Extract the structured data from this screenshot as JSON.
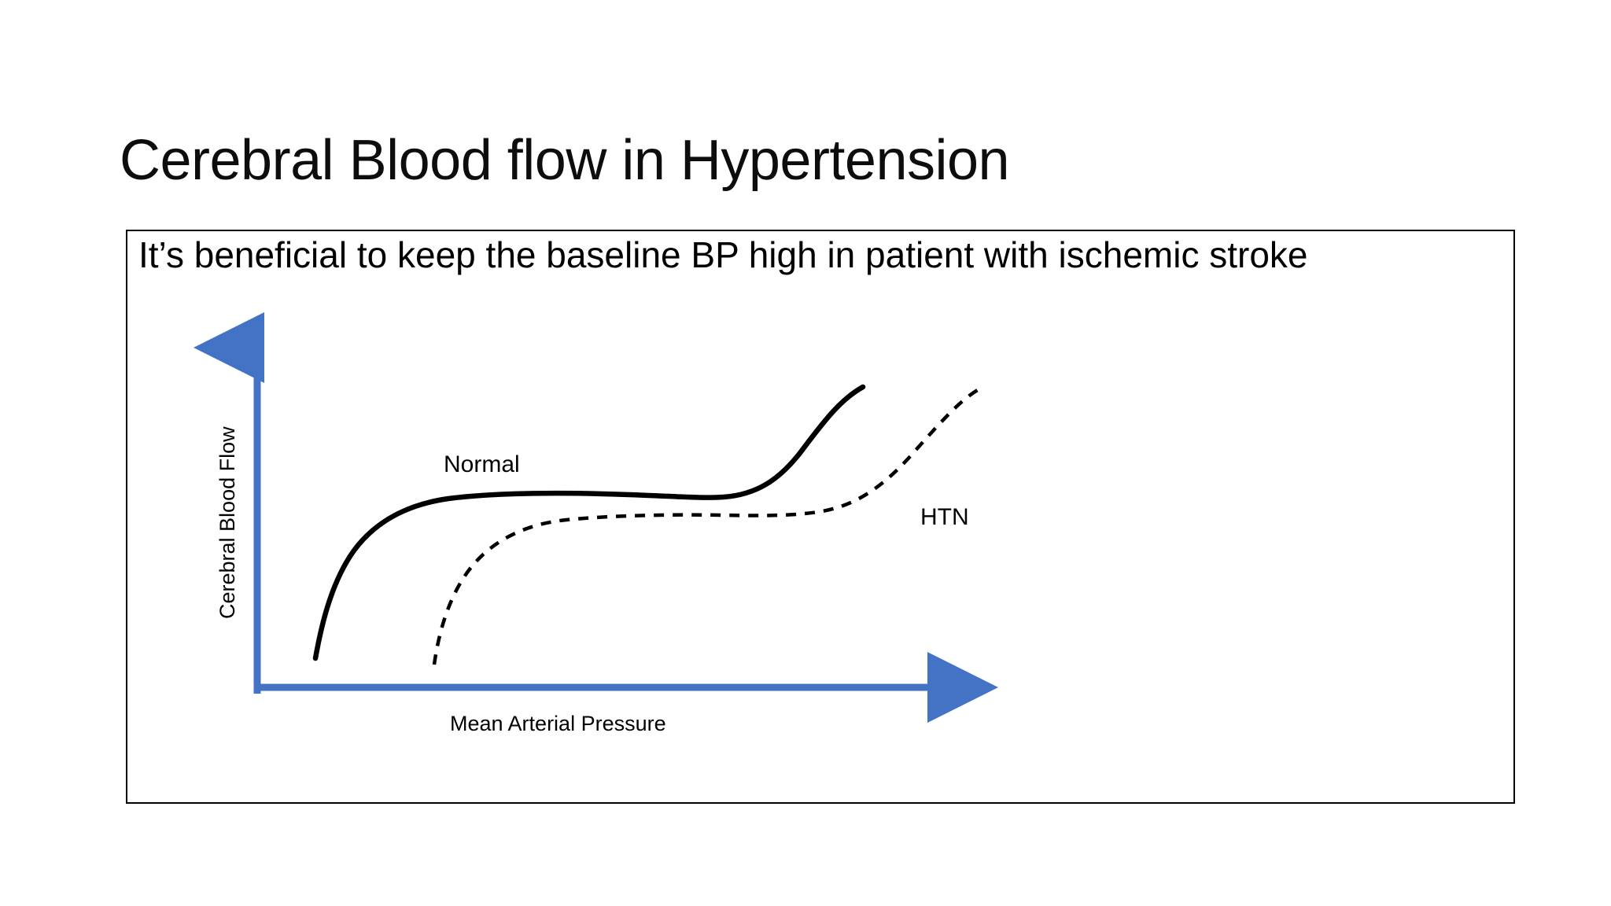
{
  "slide": {
    "title": "Cerebral Blood flow in Hypertension",
    "body_text": "It’s beneficial to keep the baseline BP high in patient with ischemic stroke"
  },
  "figure": {
    "y_axis_label": "Cerebral Blood Flow",
    "x_axis_label": "Mean Arterial Pressure",
    "normal_label": "Normal",
    "htn_label": "HTN",
    "axis_color": "#4472C4",
    "curve_color": "#000000"
  },
  "chart_data": {
    "type": "line",
    "title": "Cerebral autoregulation curve — Normal vs Hypertension",
    "xlabel": "Mean Arterial Pressure",
    "ylabel": "Cerebral Blood Flow",
    "xlim": [
      0,
      100
    ],
    "ylim": [
      0,
      100
    ],
    "grid": false,
    "legend": "inline-annotations",
    "annotations": [
      {
        "text": "Normal",
        "x": 26,
        "y": 72
      },
      {
        "text": "HTN",
        "x": 68,
        "y": 43
      }
    ],
    "series": [
      {
        "name": "Normal",
        "style": "solid",
        "color": "#000000",
        "x": [
          8,
          10,
          12,
          14,
          17,
          20,
          24,
          28,
          34,
          40,
          48,
          56,
          62,
          68,
          73,
          77,
          80
        ],
        "y": [
          5,
          14,
          24,
          33,
          42,
          49,
          54,
          56,
          57,
          57,
          57,
          58,
          60,
          65,
          73,
          83,
          90
        ]
      },
      {
        "name": "HTN",
        "style": "dashed",
        "color": "#000000",
        "x": [
          24,
          26,
          28,
          31,
          34,
          38,
          43,
          48,
          54,
          60,
          66,
          72,
          78,
          84,
          89,
          93,
          96
        ],
        "y": [
          2,
          11,
          21,
          31,
          40,
          46,
          50,
          51,
          51,
          51,
          52,
          55,
          60,
          68,
          78,
          86,
          91
        ]
      }
    ]
  }
}
